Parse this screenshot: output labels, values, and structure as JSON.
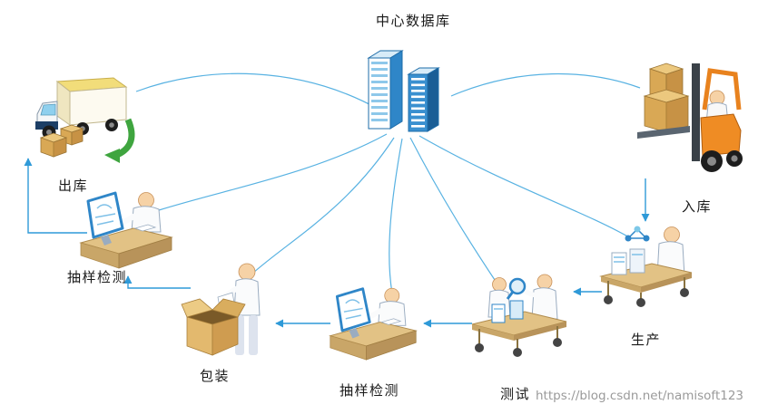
{
  "diagram": {
    "background_color": "#ffffff",
    "colors": {
      "connector_line": "#58b2e2",
      "flow_arrow": "#2f9ad8",
      "label_text": "#1a1a1a",
      "watermark_text": "#9a9a9a",
      "cart_wood": "#e2c285",
      "server_blue": "#2f86c8",
      "forklift_orange": "#ef8c24",
      "box_tan": "#d9a855",
      "unload_arrow_green": "#3fa53f"
    },
    "nodes": [
      {
        "id": "central-database",
        "label": "中心数据库",
        "icon": "server-rack-icon"
      },
      {
        "id": "outbound",
        "label": "出库",
        "icon": "delivery-truck-icon"
      },
      {
        "id": "inbound",
        "label": "入库",
        "icon": "forklift-icon"
      },
      {
        "id": "sampling-inspection-1",
        "label": "抽样检测",
        "icon": "inspection-workstation-icon"
      },
      {
        "id": "packaging",
        "label": "包装",
        "icon": "packing-box-icon"
      },
      {
        "id": "sampling-inspection-2",
        "label": "抽样检测",
        "icon": "inspection-workstation-icon"
      },
      {
        "id": "testing",
        "label": "测试",
        "icon": "testing-cart-icon"
      },
      {
        "id": "production",
        "label": "生产",
        "icon": "production-cart-icon"
      }
    ],
    "flow_sequence": [
      "入库 → 生产",
      "生产 → 测试",
      "测试 → 抽样检测",
      "抽样检测 → 包装",
      "包装 → 抽样检测",
      "抽样检测 → 出库"
    ],
    "hub_connections": [
      "出库",
      "入库",
      "抽样检测",
      "包装",
      "抽样检测",
      "测试",
      "生产"
    ],
    "watermark": "https://blog.csdn.net/namisoft123"
  }
}
